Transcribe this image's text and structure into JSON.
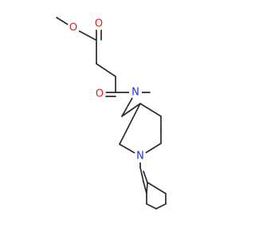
{
  "colors": {
    "bond": "#2b2b2b",
    "oxygen": "#e02020",
    "nitrogen": "#2030e0",
    "background": "#ffffff"
  },
  "atoms": {
    "o_methoxy": "O",
    "o_ester_carbonyl": "O",
    "o_amide_carbonyl": "O",
    "n_amide": "N",
    "n_piperidine": "N"
  }
}
